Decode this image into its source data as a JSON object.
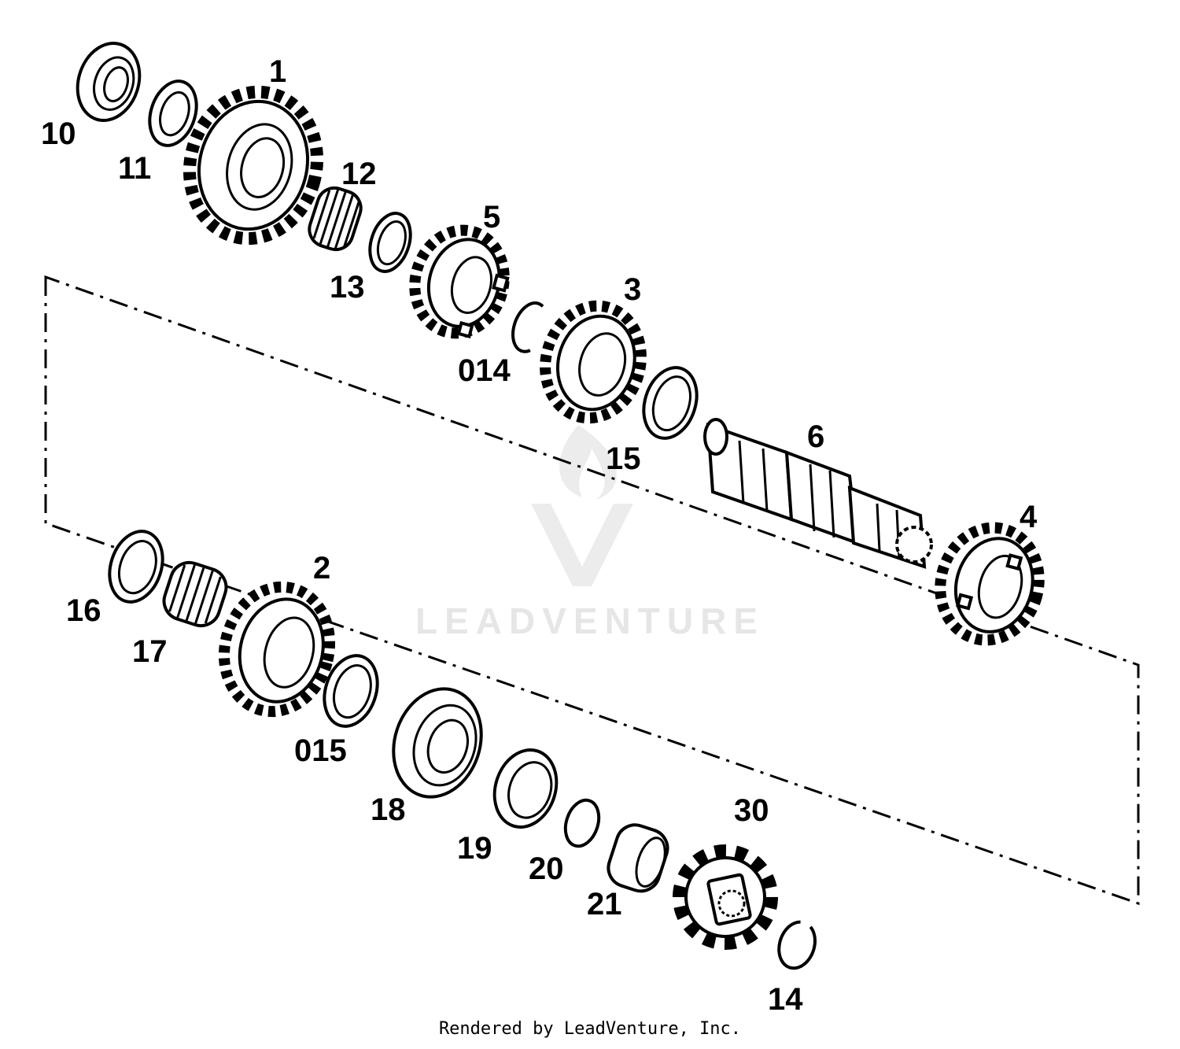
{
  "watermark": {
    "text": "LEADVENTURE",
    "icon": "leadventure-flame-logo"
  },
  "footer": {
    "text": "Rendered by LeadVenture, Inc."
  },
  "callouts": {
    "c1": "1",
    "c2": "2",
    "c3": "3",
    "c4": "4",
    "c5": "5",
    "c6": "6",
    "c10": "10",
    "c11": "11",
    "c12": "12",
    "c13": "13",
    "c014": "014",
    "c15": "15",
    "c16": "16",
    "c17": "17",
    "c015": "015",
    "c18": "18",
    "c19": "19",
    "c20": "20",
    "c21": "21",
    "c30": "30",
    "c14": "14"
  }
}
